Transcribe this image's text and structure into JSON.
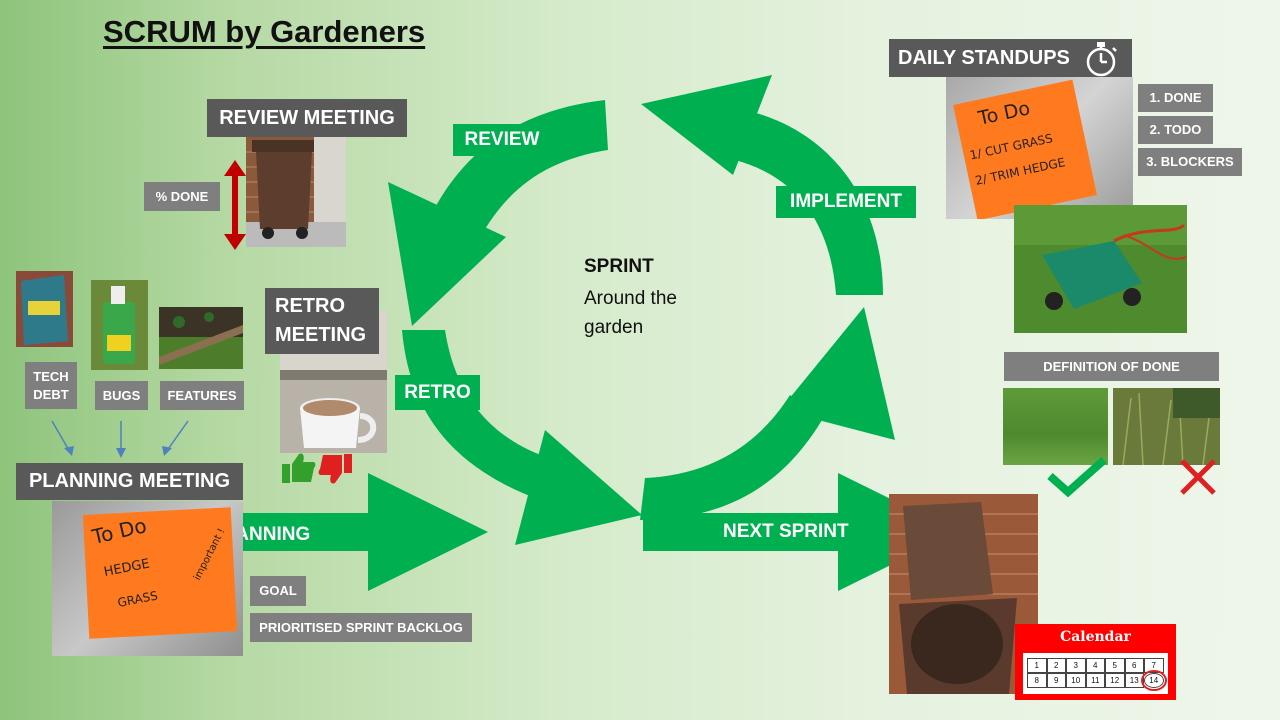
{
  "title": "SCRUM by Gardeners",
  "sprint": {
    "title": "SPRINT",
    "subtitle": "Around the garden"
  },
  "cycle_labels": {
    "review": "REVIEW",
    "implement": "IMPLEMENT",
    "retro": "RETRO",
    "planning": "PLANNING",
    "next_sprint": "NEXT SPRINT"
  },
  "review_meeting": {
    "label": "REVIEW MEETING",
    "percent_done": "% DONE"
  },
  "retro_meeting": {
    "label": "RETRO MEETING"
  },
  "planning_meeting": {
    "label": "PLANNING MEETING",
    "inputs": [
      "TECH DEBT",
      "BUGS",
      "FEATURES"
    ],
    "outputs": [
      "GOAL",
      "PRIORITISED SPRINT BACKLOG"
    ],
    "note_heading": "To Do",
    "note_items": [
      "HEDGE",
      "GRASS",
      "important !"
    ]
  },
  "daily_standups": {
    "label": "DAILY STANDUPS",
    "items": [
      "1. DONE",
      "2. TODO",
      "3. BLOCKERS"
    ],
    "note_heading": "To Do",
    "note_items": [
      "1/ CUT GRASS",
      "2/ TRIM HEDGE"
    ]
  },
  "definition_of_done": {
    "label": "DEFINITION OF DONE"
  },
  "calendar": {
    "title": "Calendar",
    "row1": [
      "1",
      "2",
      "3",
      "4",
      "5",
      "6",
      "7"
    ],
    "row2": [
      "8",
      "9",
      "10",
      "11",
      "12",
      "13",
      "14"
    ],
    "highlight": "14"
  },
  "colors": {
    "accent_green": "#00b050",
    "label_dark": "#595959",
    "label_grey": "#7f7f7f",
    "sticky_note": "#ff7a1f",
    "calendar_red": "#ff0000"
  },
  "icons": [
    "stopwatch-icon",
    "double-arrow-icon",
    "thumbs-up-icon",
    "thumbs-down-icon",
    "check-icon",
    "cross-icon"
  ]
}
